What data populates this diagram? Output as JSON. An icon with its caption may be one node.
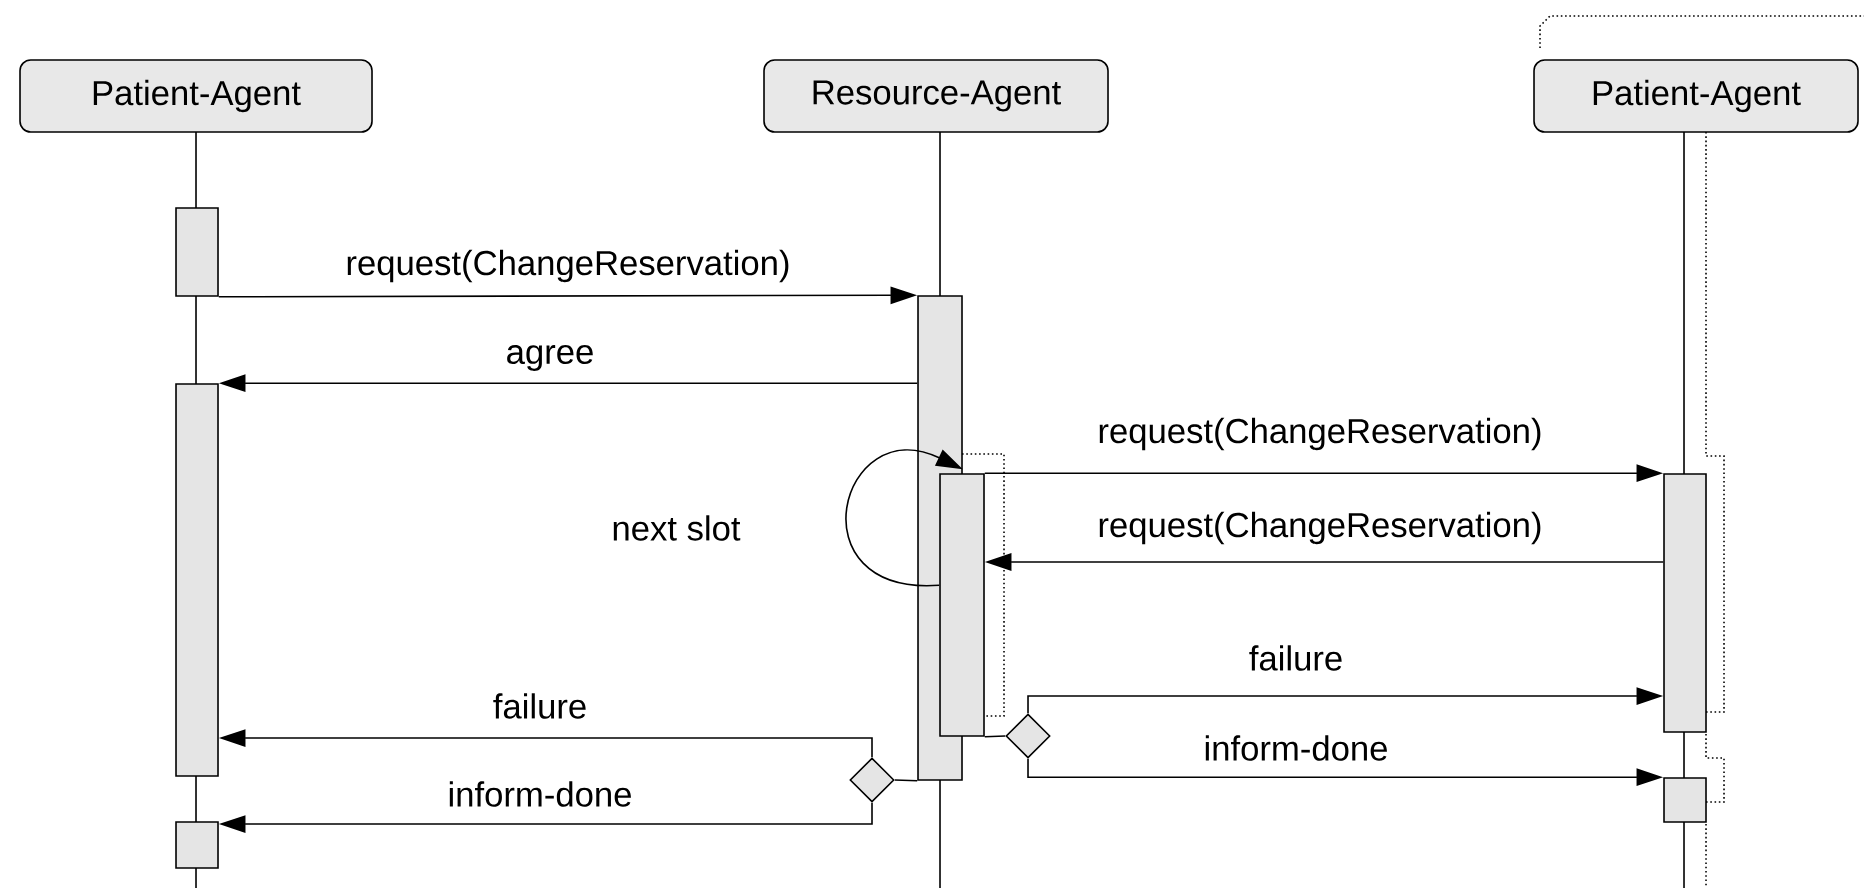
{
  "diagram": {
    "nodes": [
      {
        "text": [
          "Patient-Agent"
        ]
      },
      {
        "text": [
          "Resource-Agent"
        ]
      },
      {
        "text": [
          "Patient-Agent"
        ]
      },
      {
        "text": [],
        "shape": "bar"
      },
      {
        "text": [],
        "shape": "bar"
      },
      {
        "text": [],
        "shape": "bar"
      },
      {
        "text": [],
        "shape": "bar"
      },
      {
        "text": [],
        "shape": "bar"
      },
      {
        "text": [],
        "shape": "bar"
      },
      {
        "text": [],
        "shape": "bar"
      },
      {
        "text": [],
        "shape": "diamond"
      },
      {
        "text": [],
        "shape": "diamond"
      }
    ],
    "edges": [
      {
        "from": 3,
        "to": 6,
        "arrow": "to",
        "label": "request(ChangeReservation)"
      },
      {
        "from": 6,
        "to": 4,
        "arrow": "to",
        "label": "agree"
      },
      {
        "from": 7,
        "to": 6,
        "arrow": "to",
        "label": "next slot"
      },
      {
        "from": 7,
        "to": 8,
        "arrow": "to",
        "label": "request(ChangeReservation)"
      },
      {
        "from": 8,
        "to": 7,
        "arrow": "to",
        "label": "request(ChangeReservation)"
      },
      {
        "from": 6,
        "to": 10,
        "arrow": "none"
      },
      {
        "from": 10,
        "to": 4,
        "arrow": "to",
        "label": "failure"
      },
      {
        "from": 10,
        "to": 5,
        "arrow": "to",
        "label": "inform-done"
      },
      {
        "from": 7,
        "to": 11,
        "arrow": "none"
      },
      {
        "from": 11,
        "to": 8,
        "arrow": "to",
        "label": "failure"
      },
      {
        "from": 11,
        "to": 9,
        "arrow": "to",
        "label": "inform-done"
      }
    ]
  }
}
